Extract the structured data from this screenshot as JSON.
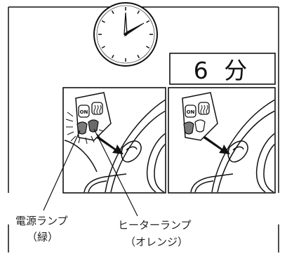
{
  "duration_label": "6 分",
  "labels": {
    "power_lamp": "電源ランプ",
    "power_lamp_color": "（緑）",
    "heater_lamp": "ヒーターランプ",
    "heater_lamp_color": "（オレンジ）"
  },
  "panel_buttons": {
    "on": "ON",
    "heater_icon": "heater-wave-icon"
  },
  "colors": {
    "line": "#111111",
    "lamp_fill": "#7a7a7a",
    "heater_lamp_fill": "#6a6a6a"
  }
}
